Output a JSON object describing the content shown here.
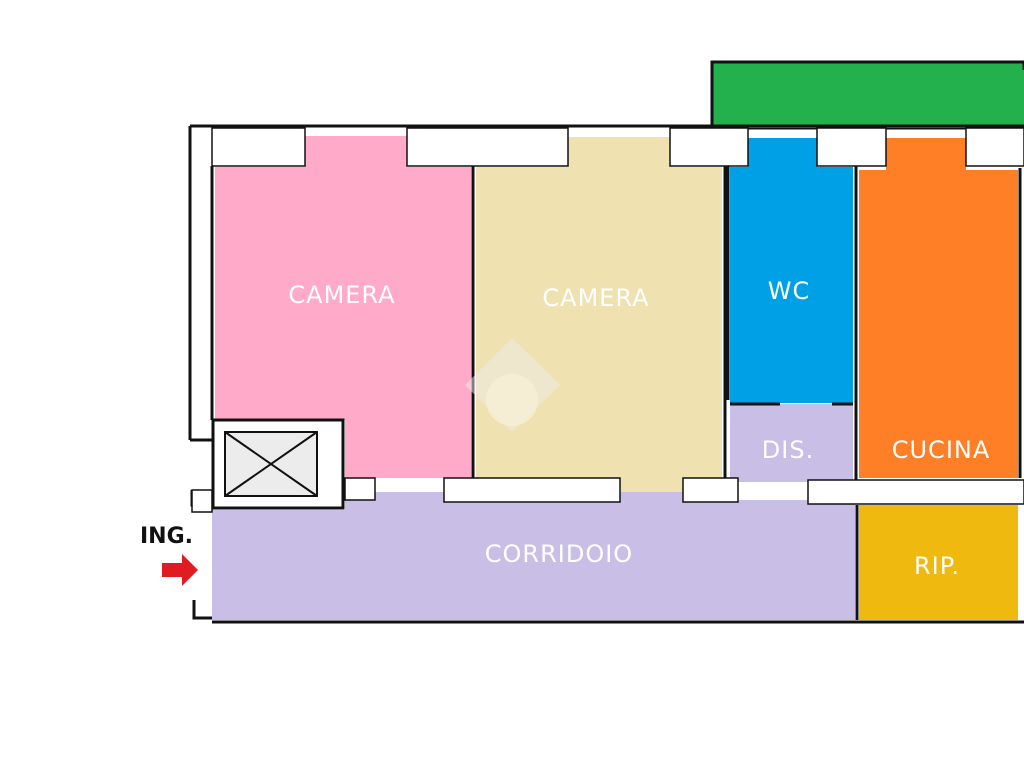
{
  "colors": {
    "background": "#ffffff",
    "wall": "#111111",
    "balcony": "#22b14c",
    "camera_1": "#ffaac8",
    "camera_2": "#efe1b0",
    "wc": "#00a0e6",
    "cucina": "#ff7f27",
    "dis": "#c8bee6",
    "corridoio": "#c8bee6",
    "rip": "#f0b90f",
    "entrance_arrow": "#e11b22",
    "watermark": "#f0ecec"
  },
  "rooms": {
    "camera_1": {
      "label": "CAMERA"
    },
    "camera_2": {
      "label": "CAMERA"
    },
    "wc": {
      "label": "WC"
    },
    "dis": {
      "label": "DIS."
    },
    "cucina": {
      "label": "CUCINA"
    },
    "corridoio": {
      "label": "CORRIDOIO"
    },
    "rip": {
      "label": "RIP."
    }
  },
  "entrance": {
    "label": "ING.",
    "icon": "arrow-right-icon"
  },
  "shaft": {
    "icon": "crossed-box-icon"
  },
  "watermark": {
    "icon": "house-logo-icon"
  }
}
